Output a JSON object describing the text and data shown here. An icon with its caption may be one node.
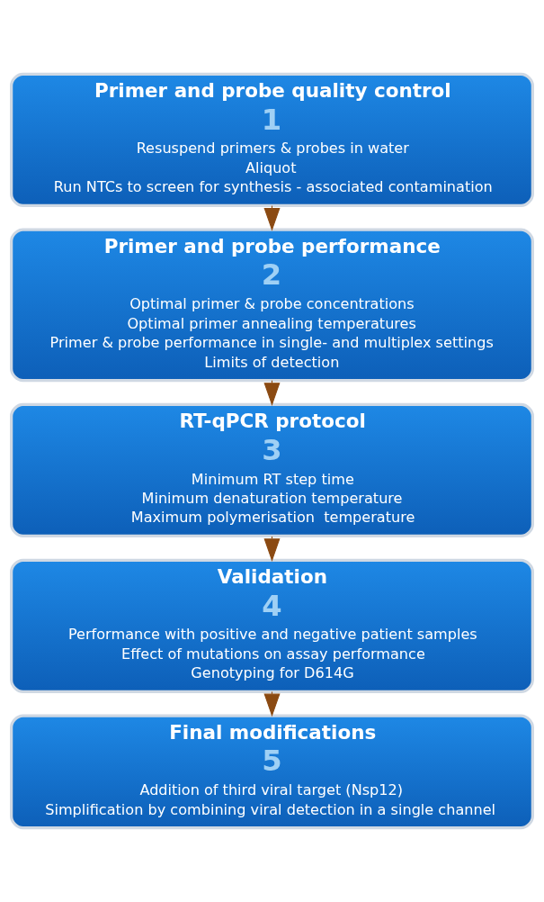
{
  "diagram": {
    "nodes": [
      {
        "text": [
          "Primer and probe quality control",
          "1",
          "Resuspend primers & probes in water",
          "Aliquot",
          "Run NTCs to screen for synthesis - associated contamination"
        ]
      },
      {
        "text": [
          "Primer and probe performance",
          "2",
          "Optimal primer & probe concentrations",
          "Optimal primer annealing temperatures",
          "Primer & probe performance in single- and multiplex settings",
          "Limits of detection"
        ]
      },
      {
        "text": [
          "RT-qPCR protocol",
          "3",
          "Minimum RT step time",
          "Minimum denaturation temperature",
          "Maximum polymerisation  temperature"
        ]
      },
      {
        "text": [
          "Validation",
          "4",
          "Performance with positive and negative patient samples",
          "Effect of mutations on assay performance",
          "Genotyping for D614G"
        ]
      },
      {
        "text": [
          "Final modifications",
          "5",
          "Addition of third viral target (Nsp12)",
          "Simplification by combining viral detection in a single channel"
        ]
      }
    ],
    "edges": [
      {
        "from": 0,
        "to": 1,
        "arrow": "to"
      },
      {
        "from": 1,
        "to": 2,
        "arrow": "to"
      },
      {
        "from": 2,
        "to": 3,
        "arrow": "to"
      },
      {
        "from": 3,
        "to": 4,
        "arrow": "to"
      }
    ]
  }
}
